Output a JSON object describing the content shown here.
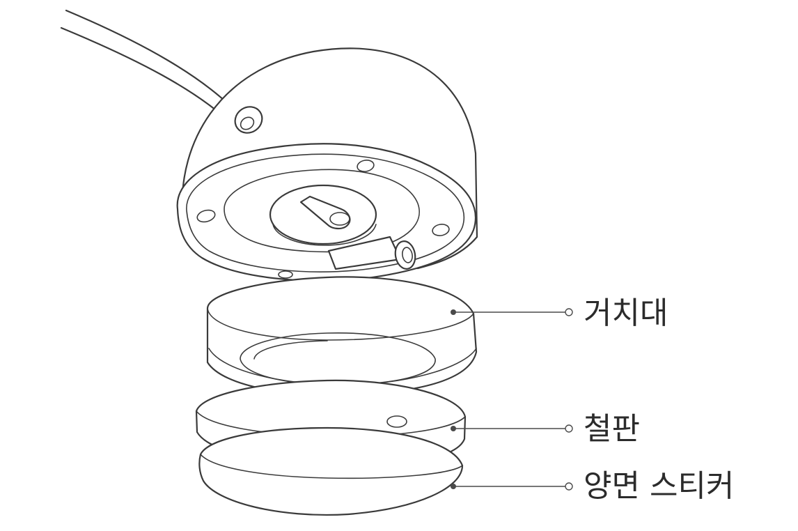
{
  "labels": {
    "mount": "거치대",
    "steel_plate": "철판",
    "adhesive_sticker": "양면 스티커"
  }
}
